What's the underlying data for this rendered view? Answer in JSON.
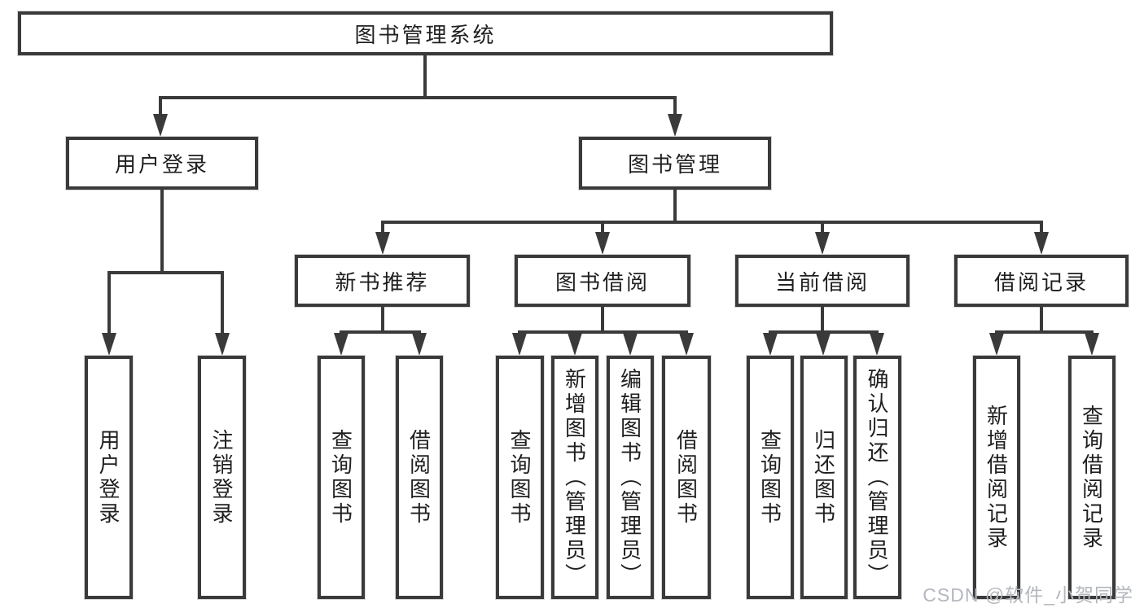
{
  "title": "图书管理系统",
  "watermark": "CSDN @软件_小贺同学",
  "colors": {
    "line": "#3a3a3a",
    "text": "#1f1f1f",
    "watermark": "#b4b7bd",
    "background": "#ffffff"
  },
  "nodes": {
    "root": "图书管理系统",
    "user_login": "用户登录",
    "book_mgmt": "图书管理",
    "new_book_rec": "新书推荐",
    "book_borrow": "图书借阅",
    "current_borrow": "当前借阅",
    "borrow_records": "借阅记录",
    "ul_user_login": "用户登录",
    "ul_logout": "注销登录",
    "nr_query_book": "查询图书",
    "nr_borrow_book": "借阅图书",
    "bb_query_book": "查询图书",
    "bb_add_book": "新增图书（管理员）",
    "bb_edit_book": "编辑图书（管理员）",
    "bb_borrow_book": "借阅图书",
    "cb_query_book": "查询图书",
    "cb_return_book": "归还图书",
    "cb_confirm_return": "确认归还（管理员）",
    "br_add_record": "新增借阅记录",
    "br_query_record": "查询借阅记录"
  },
  "hierarchy": {
    "图书管理系统": {
      "用户登录": [
        "用户登录",
        "注销登录"
      ],
      "图书管理": {
        "新书推荐": [
          "查询图书",
          "借阅图书"
        ],
        "图书借阅": [
          "查询图书",
          "新增图书（管理员）",
          "编辑图书（管理员）",
          "借阅图书"
        ],
        "当前借阅": [
          "查询图书",
          "归还图书",
          "确认归还（管理员）"
        ],
        "借阅记录": [
          "新增借阅记录",
          "查询借阅记录"
        ]
      }
    }
  }
}
